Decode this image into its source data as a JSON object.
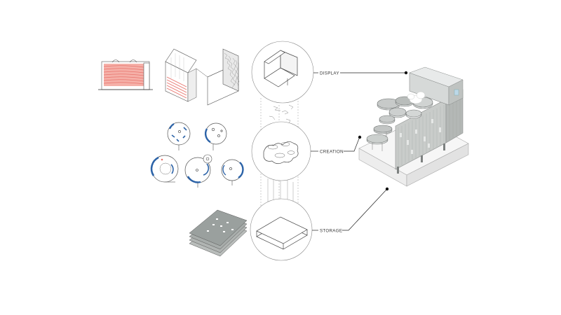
{
  "diagram": {
    "labels": {
      "display": "DISPLAY",
      "creation": "CREATION",
      "storage": "STORAGE"
    },
    "colors": {
      "accent_red": "#e8736c",
      "accent_blue": "#2c63a8",
      "line": "#555555",
      "grey_plate": "#9aa09e"
    }
  }
}
